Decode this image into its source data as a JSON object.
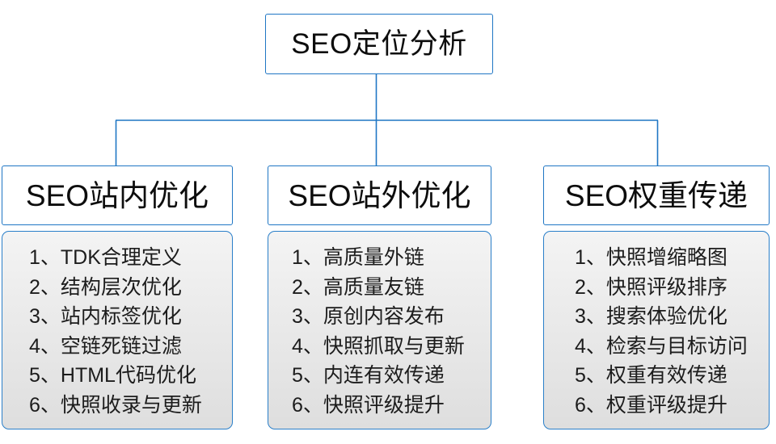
{
  "diagram": {
    "type": "org-chart",
    "root": {
      "title": "SEO定位分析"
    },
    "accent_color": "#1f76c4",
    "branches": [
      {
        "header": "SEO站内优化",
        "items": [
          "1、TDK合理定义",
          "2、结构层次优化",
          "3、站内标签优化",
          "4、空链死链过滤",
          "5、HTML代码优化",
          "6、快照收录与更新"
        ]
      },
      {
        "header": "SEO站外优化",
        "items": [
          "1、高质量外链",
          "2、高质量友链",
          "3、原创内容发布",
          "4、快照抓取与更新",
          "5、内连有效传递",
          "6、快照评级提升"
        ]
      },
      {
        "header": "SEO权重传递",
        "items": [
          "1、快照增缩略图",
          "2、快照评级排序",
          "3、搜索体验优化",
          "4、检索与目标访问",
          "5、权重有效传递",
          "6、权重评级提升"
        ]
      }
    ]
  }
}
